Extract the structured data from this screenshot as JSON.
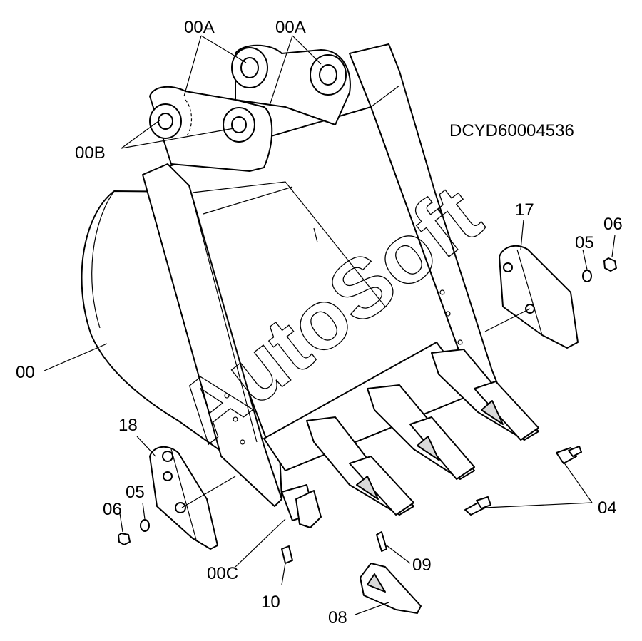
{
  "drawing": {
    "code": "DCYD60004536",
    "watermark": "AutoSoft",
    "callouts": {
      "c00A_1": "00A",
      "c00A_2": "00A",
      "c00B": "00B",
      "c00": "00",
      "c00C": "00C",
      "c04": "04",
      "c05_left": "05",
      "c05_right": "05",
      "c06_left": "06",
      "c06_right": "06",
      "c08": "08",
      "c09": "09",
      "c10": "10",
      "c17": "17",
      "c18": "18"
    }
  }
}
